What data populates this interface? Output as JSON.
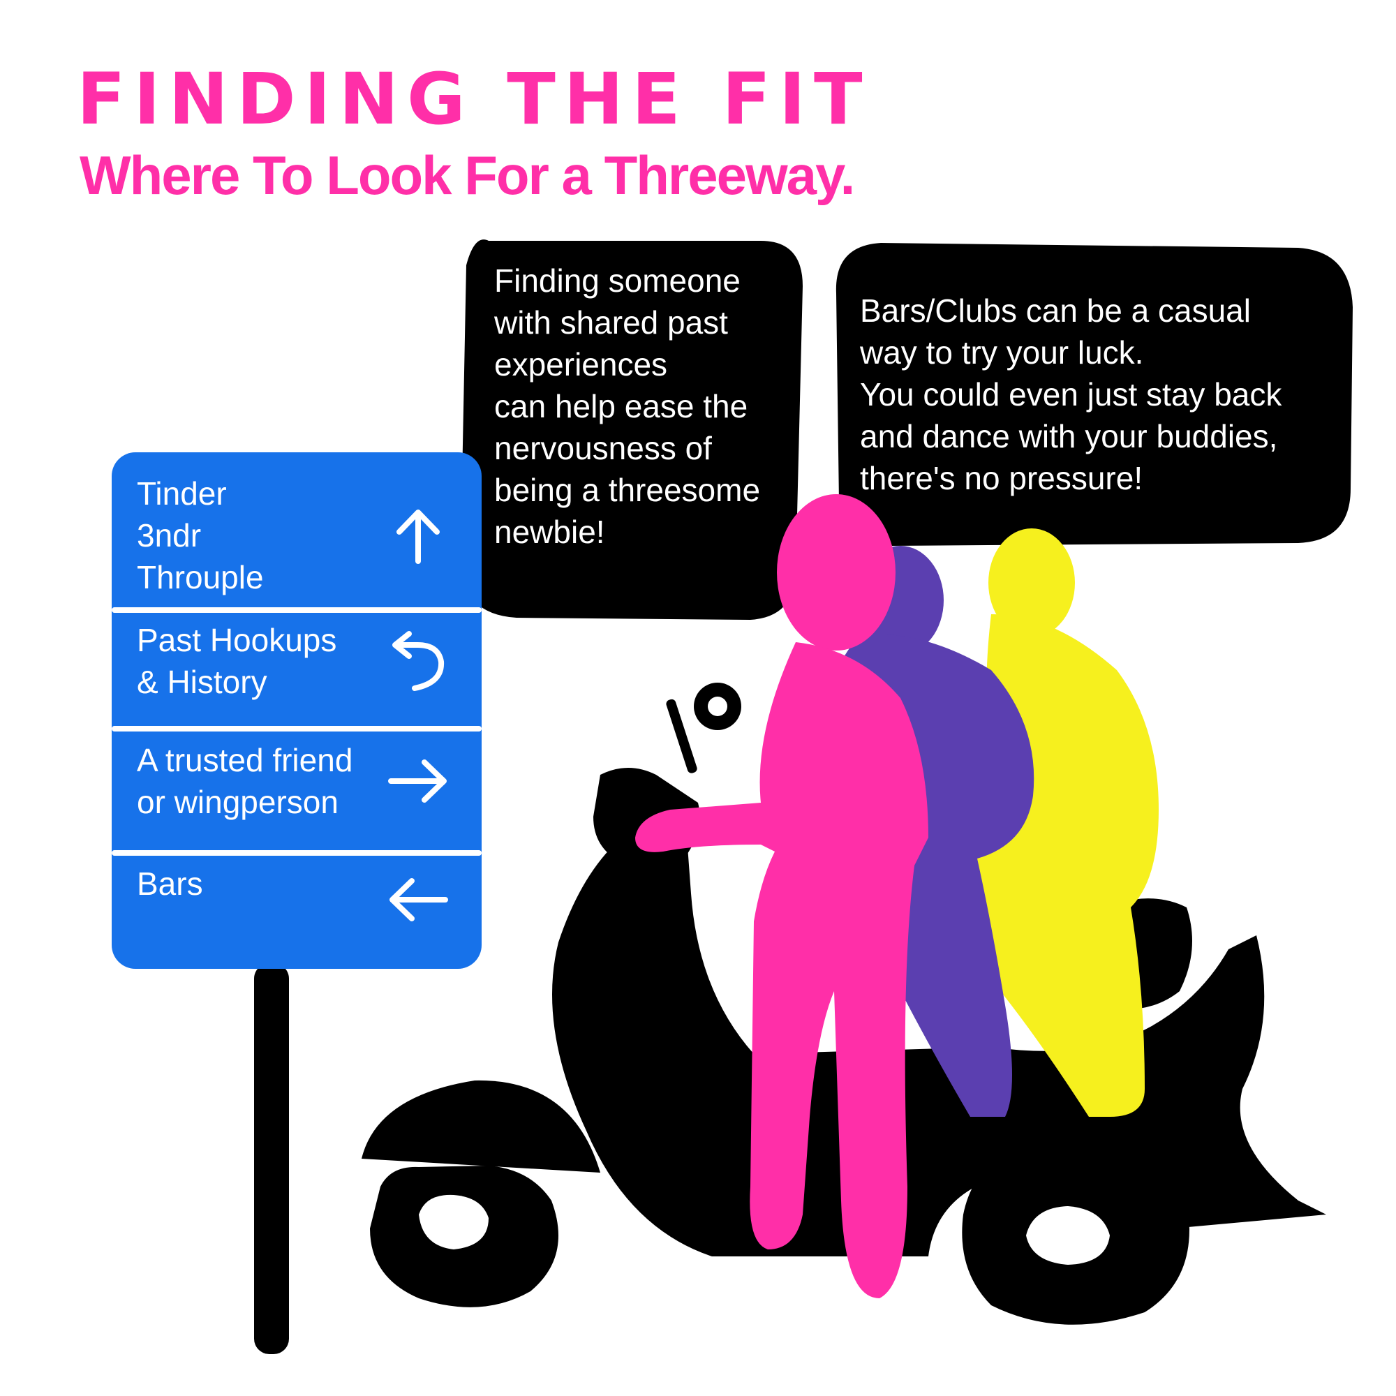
{
  "header": {
    "title": "FINDING THE FIT",
    "subtitle": "Where To Look For a Threeway."
  },
  "sign": {
    "rows": [
      {
        "lines": [
          "Tinder",
          "3ndr",
          "Throuple"
        ],
        "arrow": "up-arrow-icon"
      },
      {
        "lines": [
          "Past Hookups",
          "& History"
        ],
        "arrow": "u-turn-arrow-icon"
      },
      {
        "lines": [
          "A trusted friend",
          "or wingperson"
        ],
        "arrow": "right-arrow-icon"
      },
      {
        "lines": [
          "Bars"
        ],
        "arrow": "left-arrow-icon"
      }
    ]
  },
  "bubbles": {
    "left": {
      "lines": [
        "Finding someone",
        "with shared past",
        "experiences",
        "can help ease the",
        "nervousness of",
        "being a threesome",
        "newbie!"
      ]
    },
    "right": {
      "lines": [
        "Bars/Clubs can be a casual",
        "way to try your luck.",
        "You could even just stay back",
        "and dance with your buddies,",
        "there's no pressure!"
      ]
    }
  },
  "colors": {
    "accent_pink": "#ff2fa8",
    "sign_blue": "#1772ea",
    "figure_purple": "#5b3fb0",
    "figure_yellow": "#f6f01e",
    "ink_black": "#000000"
  }
}
